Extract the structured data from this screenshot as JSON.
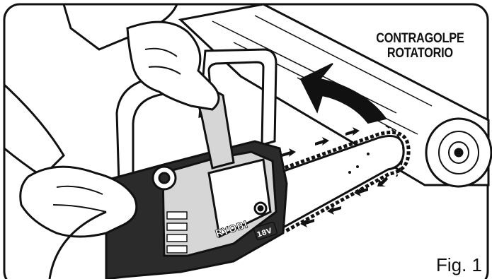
{
  "annotation": {
    "line1": "CONTRAGOLPE",
    "line2": "ROTATORIO"
  },
  "figure": {
    "caption": "Fig. 1"
  },
  "tool": {
    "brand": "RYOBI",
    "voltage": "18V"
  },
  "colors": {
    "ink": "#111111",
    "paper": "#ffffff",
    "shade": "#d6d6d6",
    "dark_body": "#2b2b2b"
  }
}
